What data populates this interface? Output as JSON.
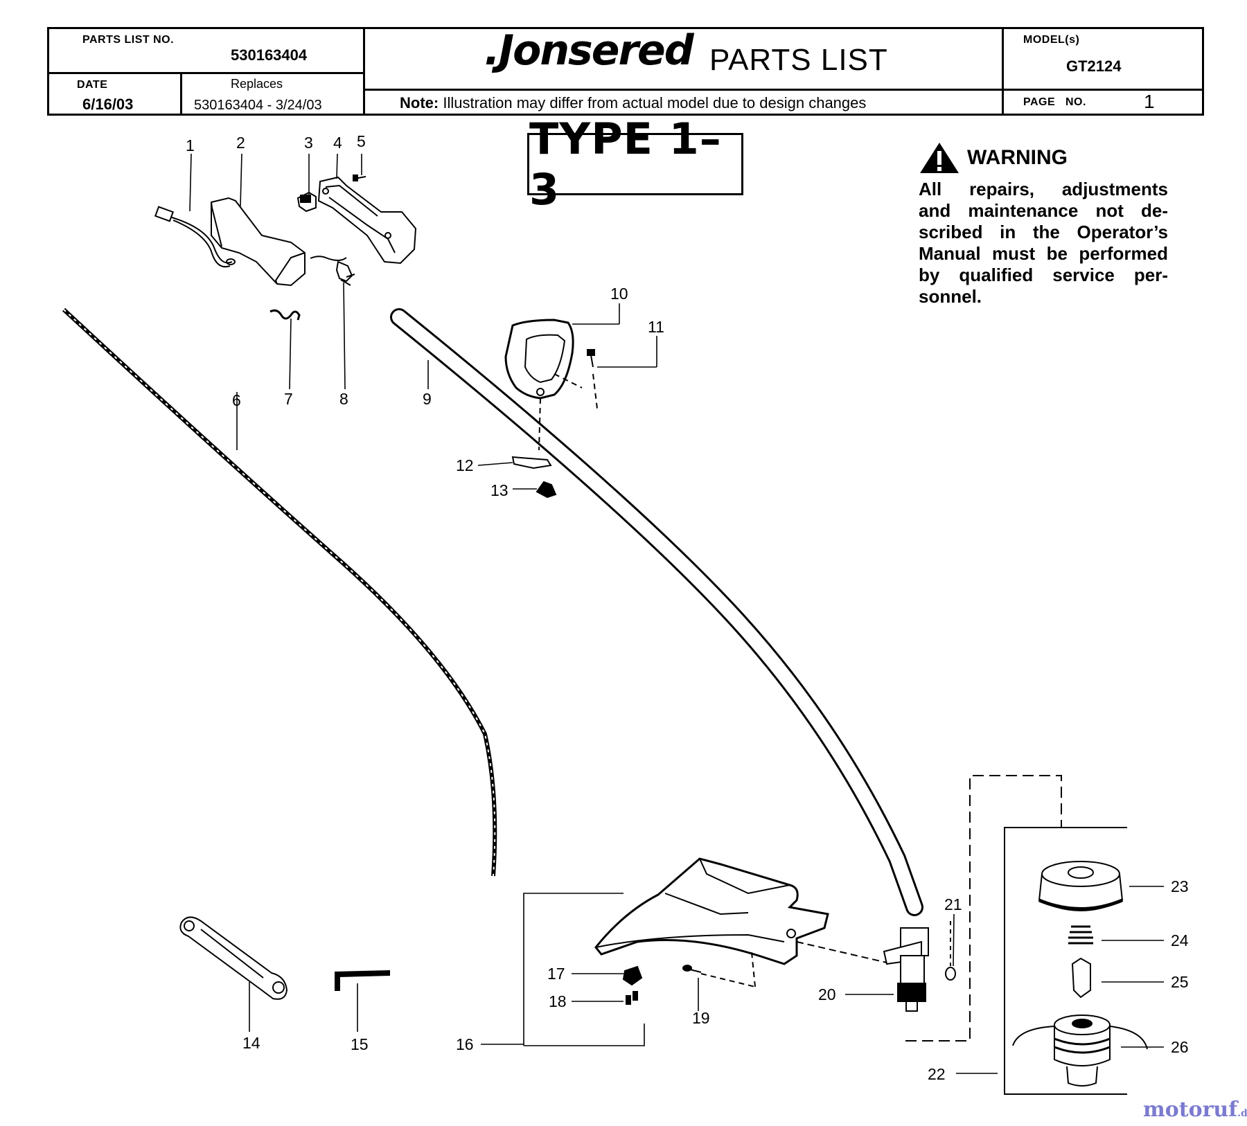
{
  "header": {
    "parts_list_no_label": "PARTS LIST NO.",
    "parts_list_no": "530163404",
    "date_label": "DATE",
    "date": "6/16/03",
    "replaces_label": "Replaces",
    "replaces": "530163404 - 3/24/03",
    "brand": ".Jonsered",
    "title": "PARTS LIST",
    "note_label": "Note:",
    "note": "Illustration may differ from actual model due to design changes",
    "models_label": "MODEL(s)",
    "model": "GT2124",
    "page_label": "PAGE   NO.",
    "page_no": "1"
  },
  "type_label": "TYPE 1–3",
  "warning": {
    "title": "WARNING",
    "lines": [
      "All repairs, adjustments",
      "and maintenance not de-",
      "scribed in the Operator’s",
      "Manual must be performed",
      "by qualified  service per-",
      "sonnel."
    ]
  },
  "callouts": [
    "1",
    "2",
    "3",
    "4",
    "5",
    "6",
    "7",
    "8",
    "9",
    "10",
    "11",
    "12",
    "13",
    "14",
    "15",
    "16",
    "17",
    "18",
    "19",
    "20",
    "21",
    "22",
    "23",
    "24",
    "25",
    "26"
  ],
  "watermark": {
    "text": "motoruf",
    "suffix": ".de"
  },
  "colors": {
    "ink": "#000000",
    "paper": "#ffffff",
    "watermark": "#7a7ad0"
  }
}
